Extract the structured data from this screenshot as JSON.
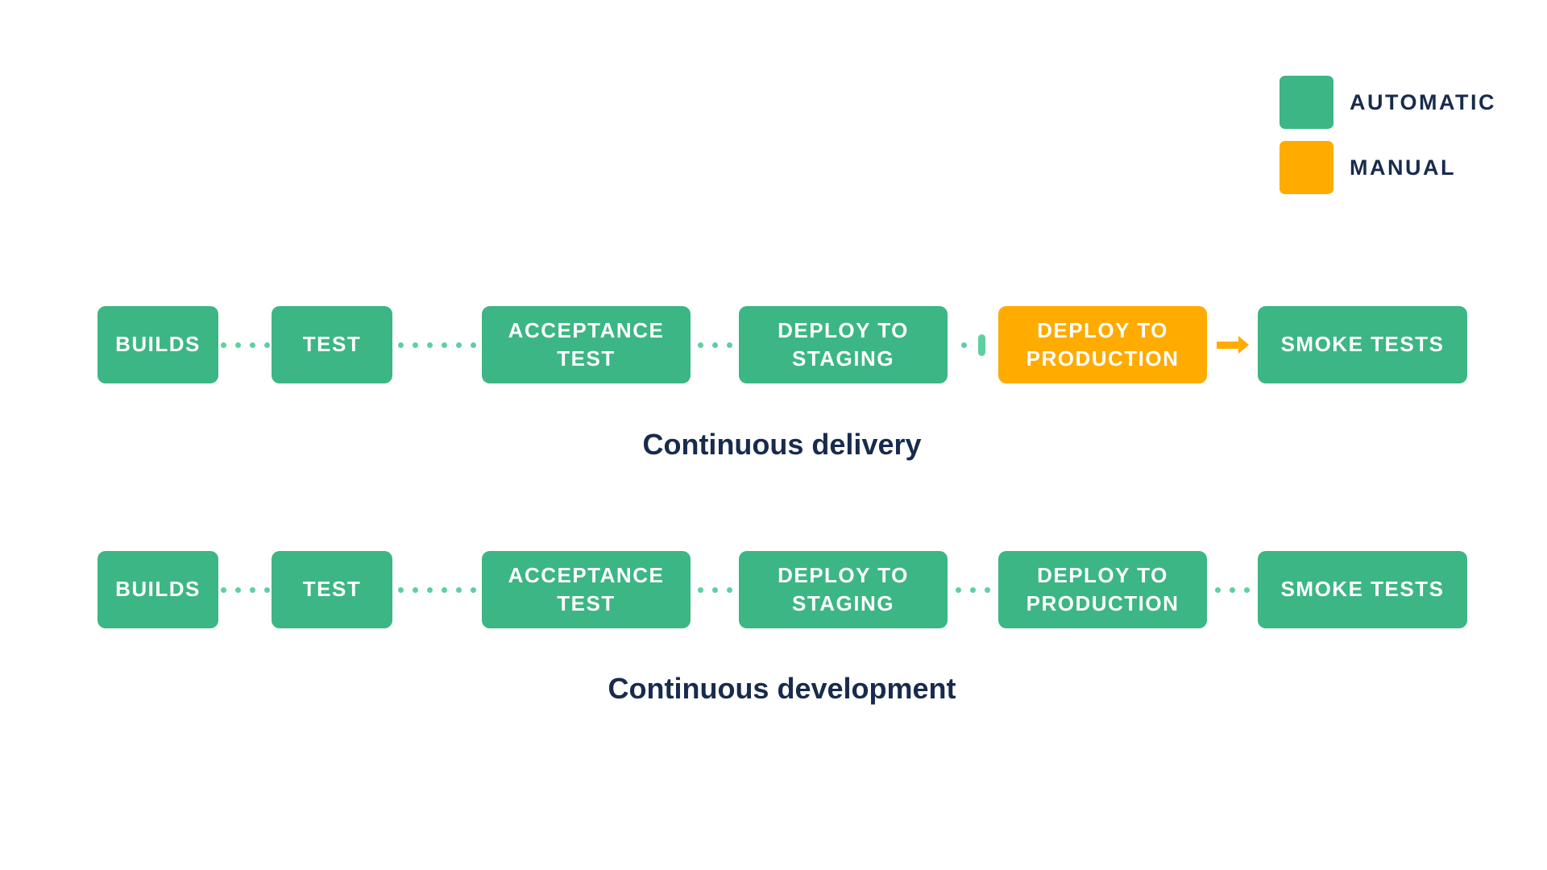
{
  "legend": {
    "items": [
      {
        "label": "AUTOMATIC",
        "color": "#3cb684"
      },
      {
        "label": "MANUAL",
        "color": "#ffab00"
      }
    ]
  },
  "pipelines": [
    {
      "caption": "Continuous delivery",
      "steps": [
        {
          "label": "BUILDS",
          "mode": "automatic"
        },
        {
          "label": "TEST",
          "mode": "automatic"
        },
        {
          "label": "ACCEPTANCE TEST",
          "mode": "automatic"
        },
        {
          "label": "DEPLOY TO STAGING",
          "mode": "automatic"
        },
        {
          "label": "DEPLOY TO PRODUCTION",
          "mode": "manual"
        },
        {
          "label": "SMOKE TESTS",
          "mode": "automatic"
        }
      ],
      "connectors": [
        {
          "type": "dots",
          "count": 4
        },
        {
          "type": "dots",
          "count": 6
        },
        {
          "type": "dots",
          "count": 3
        },
        {
          "type": "pause",
          "count": 1
        },
        {
          "type": "arrow",
          "count": 0
        }
      ]
    },
    {
      "caption": "Continuous development",
      "steps": [
        {
          "label": "BUILDS",
          "mode": "automatic"
        },
        {
          "label": "TEST",
          "mode": "automatic"
        },
        {
          "label": "ACCEPTANCE TEST",
          "mode": "automatic"
        },
        {
          "label": "DEPLOY TO STAGING",
          "mode": "automatic"
        },
        {
          "label": "DEPLOY TO PRODUCTION",
          "mode": "automatic"
        },
        {
          "label": "SMOKE TESTS",
          "mode": "automatic"
        }
      ],
      "connectors": [
        {
          "type": "dots",
          "count": 4
        },
        {
          "type": "dots",
          "count": 6
        },
        {
          "type": "dots",
          "count": 3
        },
        {
          "type": "dots",
          "count": 3
        },
        {
          "type": "dots",
          "count": 3
        }
      ]
    }
  ],
  "colors": {
    "automatic": "#3cb684",
    "manual": "#ffab00",
    "connector_dots": "#5ed0a0",
    "step_label_text": "#ffffff",
    "heading_text": "#172b4d",
    "background": "#ffffff"
  }
}
